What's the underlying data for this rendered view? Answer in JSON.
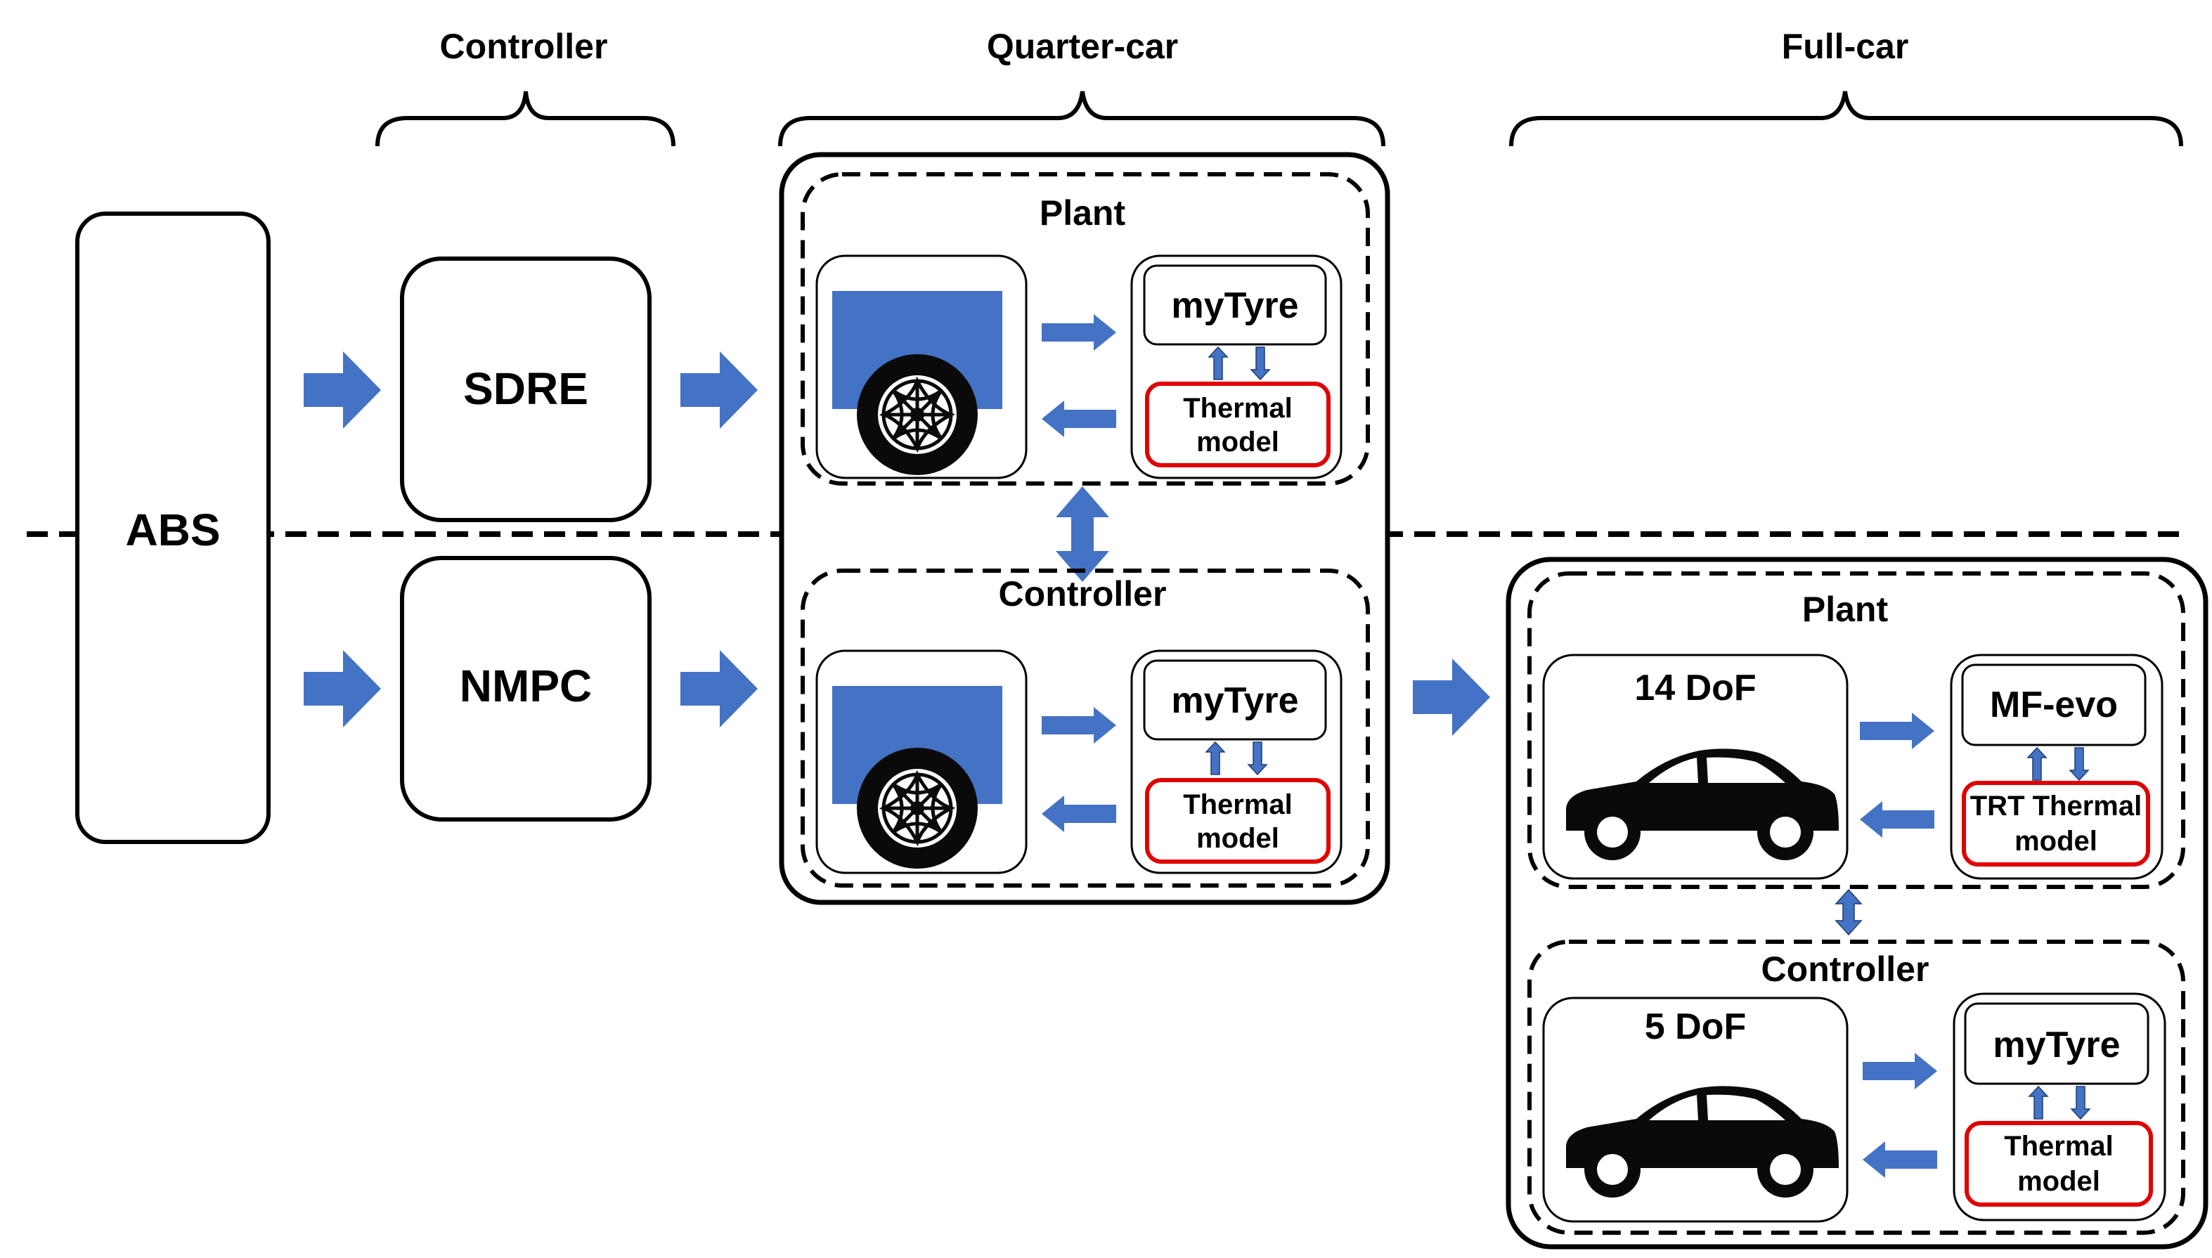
{
  "headers": {
    "controller": "Controller",
    "quarter_car": "Quarter-car",
    "full_car": "Full-car"
  },
  "abs_label": "ABS",
  "controllers": {
    "sdre": "SDRE",
    "nmpc": "NMPC"
  },
  "quarter_car": {
    "plant_label": "Plant",
    "controller_label": "Controller",
    "tyre_model": "myTyre",
    "thermal_line1": "Thermal",
    "thermal_line2": "model"
  },
  "full_car": {
    "plant_label": "Plant",
    "controller_label": "Controller",
    "plant_vehicle_model": "14 DoF",
    "controller_vehicle_model": "5 DoF",
    "plant_tyre_model": "MF-evo",
    "plant_thermal_line1": "TRT Thermal",
    "plant_thermal_line2": "model",
    "controller_tyre_model": "myTyre",
    "controller_thermal_line1": "Thermal",
    "controller_thermal_line2": "model"
  },
  "colors": {
    "arrow_blue": "#4472C4",
    "thermal_red": "#E00000",
    "block_blue": "#4472C4",
    "line": "#000000"
  }
}
